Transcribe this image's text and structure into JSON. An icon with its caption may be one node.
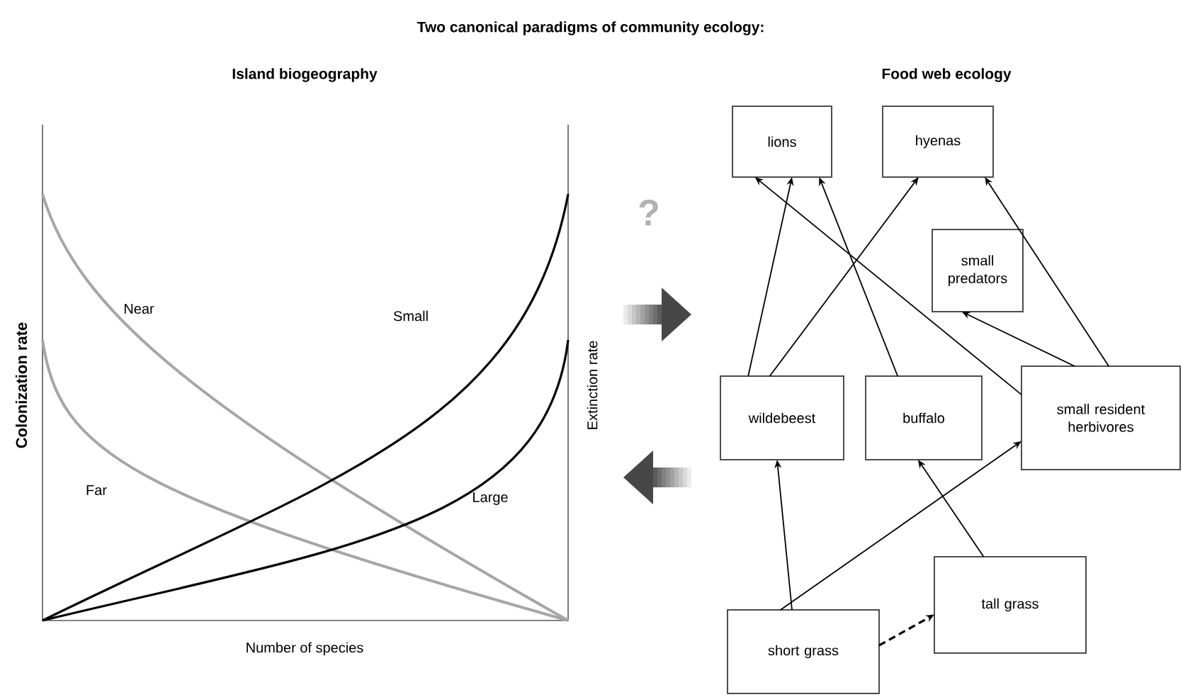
{
  "diagram": {
    "title": "Two canonical paradigms of community ecology:",
    "nodes": [
      {
        "text": [
          "lions"
        ]
      },
      {
        "text": [
          "hyenas"
        ]
      },
      {
        "text": [
          "small predators"
        ]
      },
      {
        "text": [
          "wildebeest"
        ]
      },
      {
        "text": [
          "buffalo"
        ]
      },
      {
        "text": [
          "small resident herbivores"
        ]
      },
      {
        "text": [
          "tall grass"
        ]
      },
      {
        "text": [
          "short grass"
        ]
      }
    ],
    "edges": [
      {
        "from": 3,
        "to": 0,
        "arrow": "to"
      },
      {
        "from": 3,
        "to": 1,
        "arrow": "to"
      },
      {
        "from": 4,
        "to": 0,
        "arrow": "to"
      },
      {
        "from": 5,
        "to": 0,
        "arrow": "to"
      },
      {
        "from": 5,
        "to": 2,
        "arrow": "to"
      },
      {
        "from": 5,
        "to": 1,
        "arrow": "to"
      },
      {
        "from": 7,
        "to": 3,
        "arrow": "to"
      },
      {
        "from": 7,
        "to": 5,
        "arrow": "to"
      },
      {
        "from": 6,
        "to": 4,
        "arrow": "to"
      },
      {
        "from": 7,
        "to": 6,
        "arrow": "to",
        "style": "dashed"
      }
    ],
    "labels": [
      "Island biogeography",
      "Food web ecology",
      "?",
      "Near",
      "Small",
      "Far",
      "Large",
      "Colonization rate",
      "Extinction rate",
      "Number of species"
    ]
  }
}
